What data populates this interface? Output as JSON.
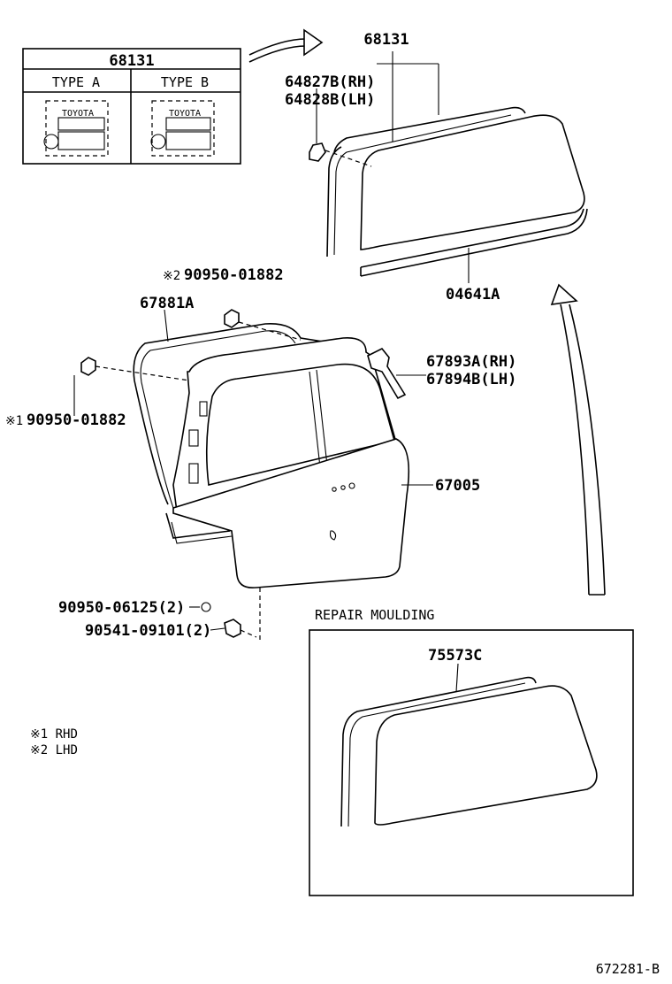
{
  "type_table": {
    "part_no": "68131",
    "type_a": "TYPE A",
    "type_b": "TYPE B",
    "logo_a": "TOYOTA",
    "logo_b": "TOYOTA"
  },
  "parts": {
    "glass": "68131",
    "clip_rh": "64827B(RH)",
    "clip_lh": "64828B(LH)",
    "moulding_lower": "04641A",
    "weatherstrip": "67881A",
    "cushion_top": "90950-01882",
    "cushion_top_mark": "※2",
    "cushion_side": "90950-01882",
    "cushion_side_mark": "※1",
    "hinge_rh": "67893A(RH)",
    "hinge_lh": "67894B(LH)",
    "back_door": "67005",
    "grommet": "90950-06125(2)",
    "screw": "90541-09101(2)"
  },
  "repair": {
    "title": "REPAIR MOULDING",
    "part_no": "75573C"
  },
  "notes": [
    "※1  RHD",
    "※2  LHD"
  ],
  "figure_id": "672281-B"
}
